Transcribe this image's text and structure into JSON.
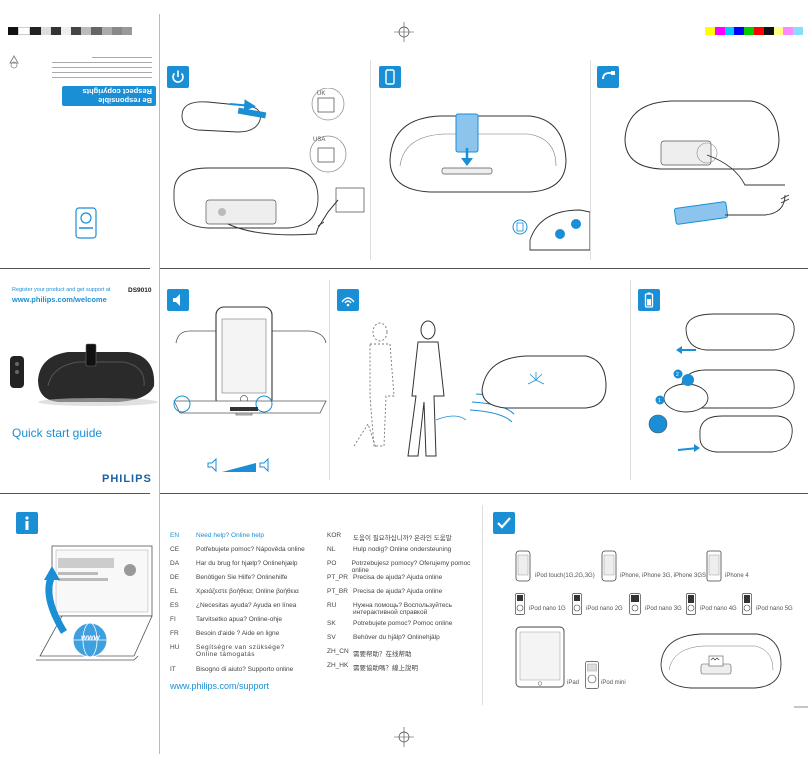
{
  "model": "DS9010",
  "register": {
    "line1": "Register your product and get support at",
    "url": "www.philips.com/welcome"
  },
  "quick_start": "Quick start guide",
  "brand": "PHILIPS",
  "plug_labels": {
    "uk": "UK",
    "usa": "USA"
  },
  "recycle_block": {
    "title1": "Be responsible",
    "title2": "Respect copyrights"
  },
  "help": {
    "rows_left": [
      {
        "code": "EN",
        "text": "Need help? Online help"
      },
      {
        "code": "CE",
        "text": "Potřebujete pomoc? Nápověda online"
      },
      {
        "code": "DA",
        "text": "Har du brug for hjælp? Onlinehjælp"
      },
      {
        "code": "DE",
        "text": "Benötigen Sie Hilfe? Onlinehilfe"
      },
      {
        "code": "EL",
        "text": "Χρειάζεστε βοήθεια; Online βοήθεια"
      },
      {
        "code": "ES",
        "text": "¿Necesitas ayuda? Ayuda en línea"
      },
      {
        "code": "FI",
        "text": "Tarvitsetko apua? Online-ohje"
      },
      {
        "code": "FR",
        "text": "Besoin d'aide ? Aide en ligne"
      },
      {
        "code": "HU",
        "text": "Segítségre van szüksége? Online támogatás"
      },
      {
        "code": "IT",
        "text": "Bisogno di aiuto? Supporto online"
      }
    ],
    "rows_right": [
      {
        "code": "KOR",
        "text": "도움이 필요하십니까? 온라인 도움말"
      },
      {
        "code": "NL",
        "text": "Hulp nodig? Online ondersteuning"
      },
      {
        "code": "PO",
        "text": "Potrzebujesz pomocy? Oferujemy pomoc online"
      },
      {
        "code": "PT_PR",
        "text": "Precisa de ajuda? Ajuda online"
      },
      {
        "code": "PT_BR",
        "text": "Precisa de ajuda? Ajuda online"
      },
      {
        "code": "RU",
        "text": "Нужна помощь? Воспользуйтесь интерактивной справкой"
      },
      {
        "code": "SK",
        "text": "Potrebujete pomoc? Pomoc online"
      },
      {
        "code": "SV",
        "text": "Behöver du hjälp? Onlinehjälp"
      },
      {
        "code": "ZH_CN",
        "text": "需要帮助？在线帮助"
      },
      {
        "code": "ZH_HK",
        "text": "需要協助嗎？線上說明"
      }
    ],
    "support_url": "www.philips.com/support"
  },
  "laptop_badge": "www",
  "compat": {
    "top": [
      {
        "label": "iPod touch(1G,2G,3G)"
      },
      {
        "label": "iPhone, iPhone 3G, iPhone 3GS"
      },
      {
        "label": "iPhone 4"
      }
    ],
    "nanos": [
      {
        "label": "iPod nano 1G"
      },
      {
        "label": "iPod nano 2G"
      },
      {
        "label": "iPod nano 3G"
      },
      {
        "label": "iPod nano 4G"
      },
      {
        "label": "iPod nano 5G"
      }
    ],
    "ipad": "iPad",
    "ipod_mini": "iPod mini"
  },
  "colors": {
    "accent": "#1a8fd6",
    "rule": "#555555"
  },
  "icons": [
    "power-icon",
    "device-icon",
    "aux-icon",
    "volume-icon",
    "sensor-icon",
    "battery-icon",
    "info-icon",
    "check-icon"
  ]
}
